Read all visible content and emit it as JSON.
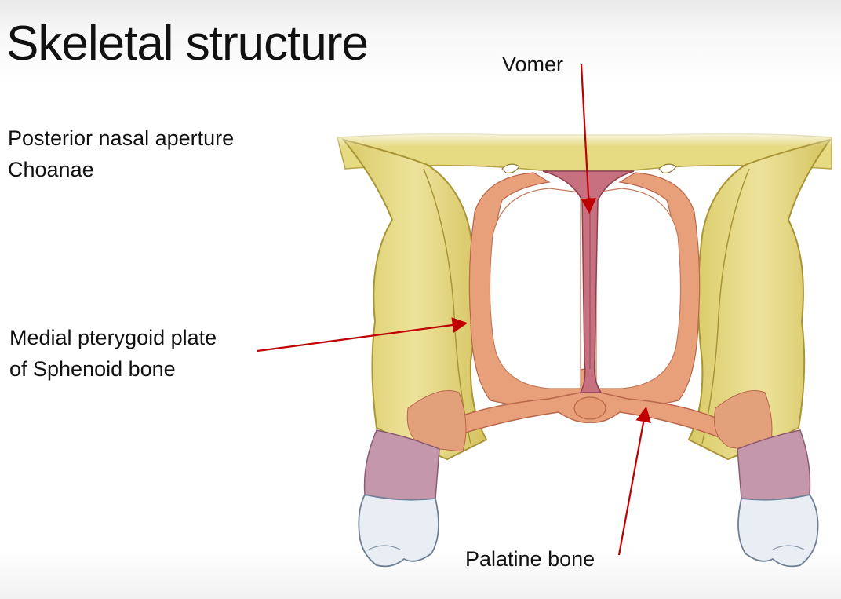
{
  "slide": {
    "title": "Skeletal structure",
    "subtitle_line1": "Posterior nasal aperture",
    "subtitle_line2": "Choanae"
  },
  "labels": {
    "vomer": "Vomer",
    "pterygoid_line1": "Medial pterygoid plate",
    "pterygoid_line2": "of Sphenoid bone",
    "palatine": "Palatine bone"
  },
  "colors": {
    "bone_yellow": "#e9dd86",
    "bone_yellow_dark": "#b9a646",
    "palatine_orange": "#e8a07a",
    "vomer_red": "#c7707f",
    "gum_pink": "#c597ab",
    "tooth_white": "#e9eef4",
    "arrow_red": "#c00000"
  }
}
